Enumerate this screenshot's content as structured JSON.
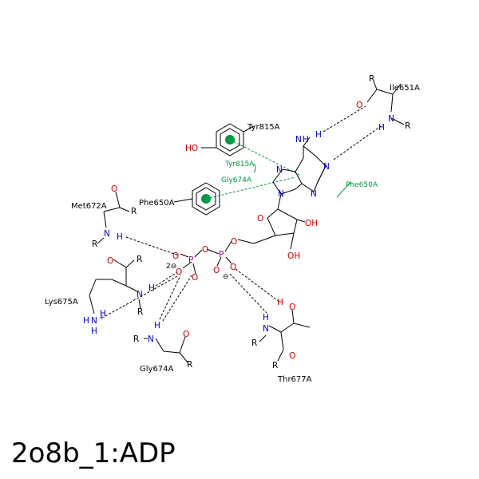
{
  "title": "2o8b_1:ADP",
  "colors": {
    "bond": "#000000",
    "nitrogen": "#0000cc",
    "oxygen": "#cc0000",
    "phosphorus": "#990099",
    "hbond": "#000000",
    "pi_interaction": "#009944",
    "background": "#ffffff"
  },
  "ligand": {
    "name": "ADP",
    "atom_labels": {
      "amine": "N",
      "amine_h": "H",
      "n1": "N",
      "n3": "N",
      "n7": "N",
      "n9": "N",
      "ring_o": "O",
      "oh2": "OH",
      "oh3": "OH",
      "o5": "O",
      "obridge": "O",
      "p_alpha": "P",
      "p_beta": "P",
      "pa_o1": "O",
      "pa_o2": "O",
      "pa_o3": "O",
      "pb_o1": "O",
      "pb_o2": "O",
      "pb_o3": "O",
      "charge_2minus": "2⊖",
      "charge_minus": "⊖"
    }
  },
  "residues": [
    {
      "id": "Ile651A",
      "label": "Ile651A",
      "atoms": {
        "o": "O",
        "r1": "R",
        "r2": "R",
        "n": "N",
        "h": "H"
      }
    },
    {
      "id": "Tyr815A",
      "label": "Tyr815A",
      "atoms": {
        "oh": "HO"
      }
    },
    {
      "id": "Phe650A",
      "label": "Phe650A"
    },
    {
      "id": "Met672A",
      "label": "Met672A",
      "atoms": {
        "o": "O",
        "r1": "R",
        "n": "N",
        "r2": "R",
        "h": "H"
      }
    },
    {
      "id": "Lys675A",
      "label": "Lys675A",
      "atoms": {
        "o": "O",
        "r1": "R",
        "n": "N",
        "h": "H",
        "r2": "R",
        "nz": "N",
        "nz_h1": "H",
        "nz_h2": "H",
        "plus": "+"
      }
    },
    {
      "id": "Gly674A",
      "label": "Gly674A",
      "atoms": {
        "r1": "R",
        "n": "N",
        "h": "H",
        "o": "O",
        "r2": "R"
      }
    },
    {
      "id": "Thr677A",
      "label": "Thr677A",
      "atoms": {
        "og": "O",
        "hg": "H",
        "n": "N",
        "h": "H",
        "r1": "R",
        "o": "O",
        "r2": "R"
      }
    }
  ],
  "interaction_labels": {
    "tyr815": "Tyr815A",
    "gly674": "Gly674A",
    "phe650": "Phe650A"
  }
}
